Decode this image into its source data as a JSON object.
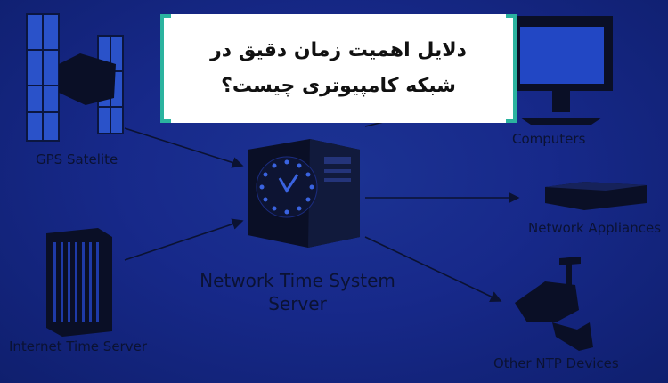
{
  "title": {
    "line1": "دلایل اهمیت زمان دقیق در",
    "line2": "شبکه کامپیوتری چیست؟"
  },
  "nodes": {
    "gps": "GPS Satelite",
    "internet": "Internet Time Server",
    "server_line1": "Network Time System",
    "server_line2": "Server",
    "computers": "Computers",
    "appliances": "Network Appliances",
    "ntp_devices": "Other NTP Devices"
  },
  "colors": {
    "background": "#17298a",
    "accent": "#2bb39f",
    "device": "#0a0f26"
  }
}
